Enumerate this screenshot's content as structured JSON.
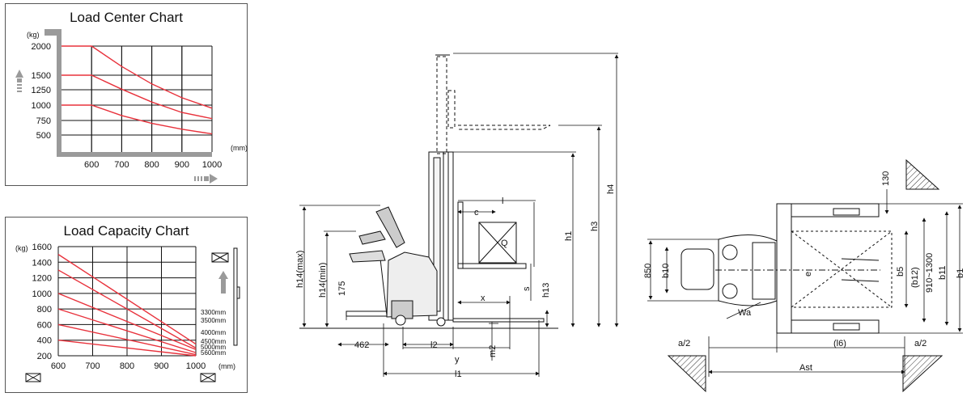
{
  "load_center_chart": {
    "title": "Load Center Chart",
    "y_unit": "(kg)",
    "x_unit": "(mm)",
    "y_ticks": [
      "2000",
      "1500",
      "1250",
      "1000",
      "750",
      "500"
    ],
    "x_ticks": [
      "600",
      "700",
      "800",
      "900",
      "1000"
    ]
  },
  "load_capacity_chart": {
    "title": "Load Capacity Chart",
    "y_unit": "(kg)",
    "x_unit": "(mm)",
    "y_ticks": [
      "1600",
      "1400",
      "1200",
      "1000",
      "800",
      "600",
      "400",
      "200"
    ],
    "x_ticks": [
      "600",
      "700",
      "800",
      "900",
      "1000"
    ],
    "series_labels": [
      "3300mm",
      "3500mm",
      "4000mm",
      "4500mm",
      "5000mm",
      "5600mm"
    ]
  },
  "side_view": {
    "dims": [
      "h4",
      "h3",
      "h1",
      "h14(max)",
      "h14(min)",
      "175",
      "h13",
      "s",
      "l",
      "c",
      "Q",
      "x",
      "y",
      "l1",
      "l2",
      "462",
      "m2"
    ]
  },
  "top_view": {
    "dims": [
      "130",
      "b1",
      "b11",
      "910~1300",
      "(b12)",
      "b5",
      "e",
      "850",
      "b10",
      "Wa",
      "a/2",
      "(l6)",
      "a/2",
      "Ast"
    ]
  },
  "chart_data": [
    {
      "type": "line",
      "title": "Load Center Chart",
      "xlabel": "(mm)",
      "ylabel": "(kg)",
      "x": [
        500,
        600,
        700,
        800,
        900,
        1000
      ],
      "xlim": [
        500,
        1000
      ],
      "ylim": [
        250,
        2000
      ],
      "y_tick_values": [
        500,
        750,
        1000,
        1250,
        1500,
        2000
      ],
      "grid": true,
      "series": [
        {
          "values": [
            2000,
            2000,
            1650,
            1350,
            1120,
            950
          ]
        },
        {
          "values": [
            1500,
            1500,
            1260,
            1050,
            880,
            780
          ]
        },
        {
          "values": [
            1000,
            1000,
            830,
            700,
            600,
            520
          ]
        }
      ],
      "colors": {
        "line": "#e8323c",
        "grid": "#111111",
        "axis_bar": "#9a9a9a"
      }
    },
    {
      "type": "line",
      "title": "Load Capacity Chart",
      "xlabel": "(mm)",
      "ylabel": "(kg)",
      "x": [
        600,
        1000
      ],
      "xlim": [
        600,
        1000
      ],
      "ylim": [
        200,
        1600
      ],
      "grid": true,
      "series": [
        {
          "name": "3300mm",
          "values": [
            1500,
            350
          ]
        },
        {
          "name": "3500mm",
          "values": [
            1300,
            300
          ]
        },
        {
          "name": "4000mm",
          "values": [
            1000,
            280
          ]
        },
        {
          "name": "4500mm",
          "values": [
            800,
            240
          ]
        },
        {
          "name": "5000mm",
          "values": [
            600,
            215
          ]
        },
        {
          "name": "5600mm",
          "values": [
            400,
            200
          ]
        }
      ],
      "colors": {
        "line": "#e8323c",
        "grid": "#111111"
      }
    }
  ]
}
